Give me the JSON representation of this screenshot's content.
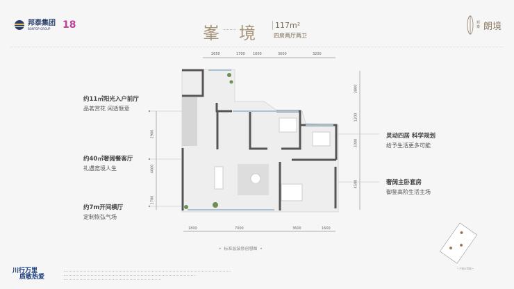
{
  "brand": {
    "name": "邦泰集团",
    "name_en": "BONTOP GROUP",
    "anniversary": "18"
  },
  "title": {
    "name_left": "峯",
    "name_right": "境",
    "area": "117m²",
    "rooms": "四房两厅两卫"
  },
  "project": {
    "name": "朗境",
    "prefix": "邦泰"
  },
  "dimensions": {
    "top": [
      "2650",
      "1700",
      "1600",
      "3000",
      "3200"
    ],
    "right": [
      "3800",
      "1200",
      "3300",
      "4500"
    ],
    "left": [
      "2900",
      "4000",
      "1700"
    ],
    "bottom": [
      "1800",
      "7000",
      "3600",
      "1600"
    ]
  },
  "features_left": [
    {
      "title": "约11㎡阳光入户前厅",
      "subtitle": "品茗赏花 闲适惬意"
    },
    {
      "title": "约40㎡奢阔餐客厅",
      "subtitle": "礼遇宽境人生"
    },
    {
      "title": "约7m开间横厅",
      "subtitle": "定制恢弘气场"
    }
  ],
  "features_right": [
    {
      "title": "灵动四居 科学规划",
      "subtitle": "给予生活更多可能"
    },
    {
      "title": "奢阔主卧套房",
      "subtitle": "御鉴高阶生活主场"
    }
  ],
  "caption": "标准层装修创想图",
  "site_caption": "户型示意图",
  "slogan": {
    "line1": "川行万里",
    "line2": "质敬热爱"
  },
  "colors": {
    "accent": "#a89478",
    "wall": "#5a5a5a",
    "glass": "#a9c3d4",
    "brand": "#2a3f6b"
  }
}
